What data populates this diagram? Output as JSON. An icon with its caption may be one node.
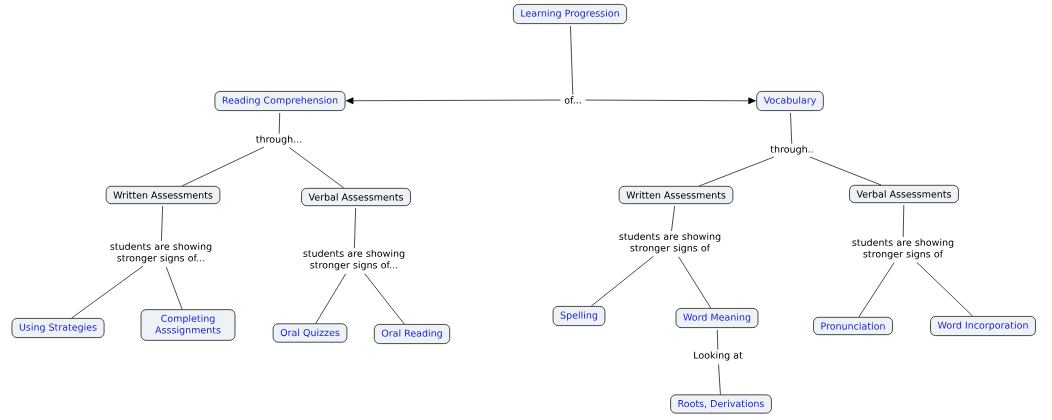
{
  "diagram": {
    "nodes": [
      {
        "text": [
          "Learning Progression"
        ]
      },
      {
        "text": [
          "of..."
        ]
      },
      {
        "text": [
          "Reading Comprehension"
        ]
      },
      {
        "text": [
          "Vocabulary"
        ]
      },
      {
        "text": [
          "through..."
        ]
      },
      {
        "text": [
          "through.."
        ]
      },
      {
        "text": [
          "Written Assessments"
        ]
      },
      {
        "text": [
          "Verbal Assessments"
        ]
      },
      {
        "text": [
          "Written Assessments"
        ]
      },
      {
        "text": [
          "Verbal Assessments"
        ]
      },
      {
        "text": [
          "students are showing stronger signs of..."
        ]
      },
      {
        "text": [
          "students are showing stronger signs of..."
        ]
      },
      {
        "text": [
          "students are showing stronger signs of"
        ]
      },
      {
        "text": [
          "students are showing stronger signs of"
        ]
      },
      {
        "text": [
          "Using Strategies"
        ]
      },
      {
        "text": [
          "Completing Asssignments"
        ]
      },
      {
        "text": [
          "Oral Quizzes"
        ]
      },
      {
        "text": [
          "Oral Reading"
        ]
      },
      {
        "text": [
          "Spelling"
        ]
      },
      {
        "text": [
          "Word Meaning"
        ]
      },
      {
        "text": [
          "Pronunciation"
        ]
      },
      {
        "text": [
          "Word Incorporation"
        ]
      },
      {
        "text": [
          "Looking at"
        ]
      },
      {
        "text": [
          "Roots, Derivations"
        ]
      }
    ],
    "edges": [
      {
        "from": 0,
        "to": 1,
        "arrow": "none"
      },
      {
        "from": 1,
        "to": 2,
        "arrow": "to"
      },
      {
        "from": 1,
        "to": 3,
        "arrow": "to"
      },
      {
        "from": 2,
        "to": 4,
        "arrow": "none"
      },
      {
        "from": 4,
        "to": 6,
        "arrow": "none"
      },
      {
        "from": 4,
        "to": 7,
        "arrow": "none"
      },
      {
        "from": 3,
        "to": 5,
        "arrow": "none"
      },
      {
        "from": 5,
        "to": 8,
        "arrow": "none"
      },
      {
        "from": 5,
        "to": 9,
        "arrow": "none"
      },
      {
        "from": 6,
        "to": 10,
        "arrow": "none"
      },
      {
        "from": 10,
        "to": 14,
        "arrow": "none"
      },
      {
        "from": 10,
        "to": 15,
        "arrow": "none"
      },
      {
        "from": 7,
        "to": 11,
        "arrow": "none"
      },
      {
        "from": 11,
        "to": 16,
        "arrow": "none"
      },
      {
        "from": 11,
        "to": 17,
        "arrow": "none"
      },
      {
        "from": 8,
        "to": 12,
        "arrow": "none"
      },
      {
        "from": 12,
        "to": 18,
        "arrow": "none"
      },
      {
        "from": 12,
        "to": 19,
        "arrow": "none"
      },
      {
        "from": 9,
        "to": 13,
        "arrow": "none"
      },
      {
        "from": 13,
        "to": 20,
        "arrow": "none"
      },
      {
        "from": 13,
        "to": 21,
        "arrow": "none"
      },
      {
        "from": 19,
        "to": 22,
        "arrow": "none"
      },
      {
        "from": 22,
        "to": 23,
        "arrow": "none"
      }
    ]
  }
}
